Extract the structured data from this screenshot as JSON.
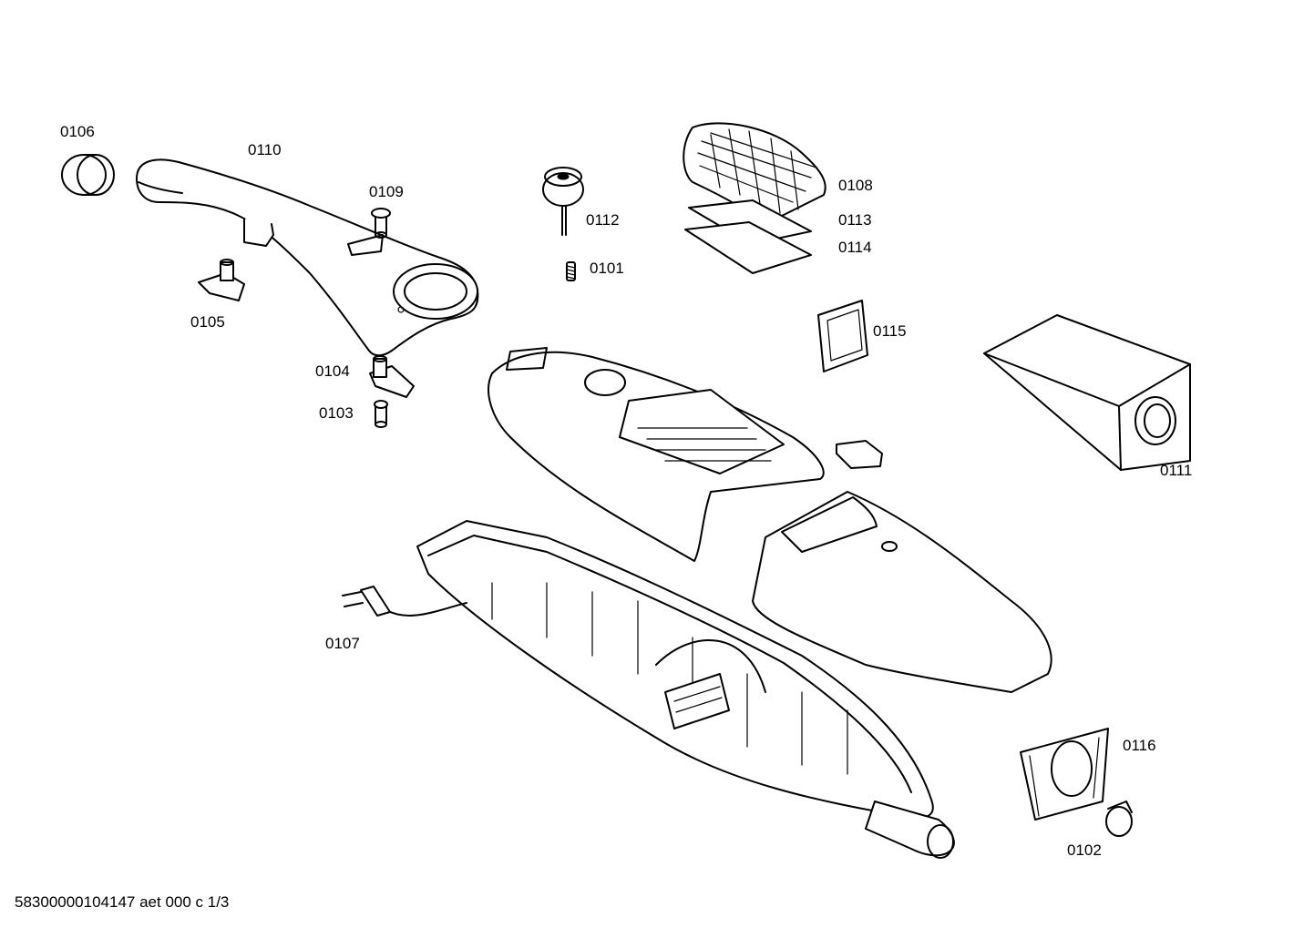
{
  "labels": {
    "p0106": "0106",
    "p0110": "0110",
    "p0109": "0109",
    "p0105": "0105",
    "p0104": "0104",
    "p0103": "0103",
    "p0112": "0112",
    "p0101": "0101",
    "p0108": "0108",
    "p0113": "0113",
    "p0114": "0114",
    "p0115": "0115",
    "p0111": "0111",
    "p0107": "0107",
    "p0116": "0116",
    "p0102": "0102"
  },
  "footer": {
    "document_id": "58300000104147 aet 000 c 1/3"
  }
}
